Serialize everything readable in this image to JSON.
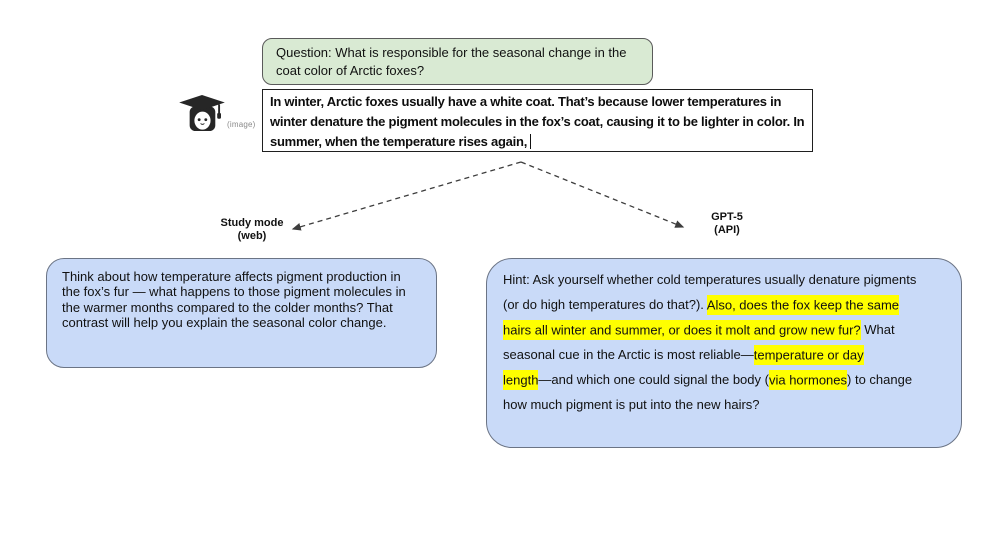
{
  "question_bubble": {
    "text": "Question: What is responsible for the seasonal change in the coat color of Arctic foxes?"
  },
  "student": {
    "icon": "student-graduate-icon",
    "image_label": "(image)"
  },
  "typed_answer": {
    "lines": [
      "In winter, Arctic foxes usually have a white coat. That’s because lower temperatures in",
      "winter denature the pigment molecules in the fox’s coat, causing it to be lighter in color. In",
      "summer, when the temperature rises again,"
    ],
    "caret": "|"
  },
  "branch_labels": {
    "study": {
      "line1": "Study mode",
      "line2": "(web)"
    },
    "gpt5": {
      "line1": "GPT-5",
      "line2": "(API)"
    }
  },
  "study_bubble": {
    "text": "Think about how temperature affects pigment production in the fox’s fur — what happens to those pigment molecules in the warmer months compared to the colder months? That contrast will help you explain the seasonal color change."
  },
  "gpt5_bubble": {
    "lines": [
      [
        {
          "text": "Hint: Ask yourself whether cold temperatures usually denature pigments",
          "hl": false
        }
      ],
      [
        {
          "text": "(or do high temperatures do that?). ",
          "hl": false
        },
        {
          "text": "Also, does the fox keep the same",
          "hl": true
        }
      ],
      [
        {
          "text": "hairs all winter and summer, or does it molt and grow new fur?",
          "hl": true
        },
        {
          "text": " What",
          "hl": false
        }
      ],
      [
        {
          "text": "seasonal cue in the Arctic is most reliable—",
          "hl": false
        },
        {
          "text": "temperature or day",
          "hl": true
        }
      ],
      [
        {
          "text": "length",
          "hl": true
        },
        {
          "text": "—and which one could signal the body (",
          "hl": false
        },
        {
          "text": "via hormones",
          "hl": true
        },
        {
          "text": ") to change",
          "hl": false
        }
      ],
      [
        {
          "text": "how much pigment is put into the new hairs?",
          "hl": false
        }
      ]
    ]
  },
  "colors": {
    "question_bg": "#d9ead3",
    "question_border": "#5a5a5a",
    "blue_bg": "#c9daf8",
    "blue_border": "#6b7485",
    "highlight": "#ffff00",
    "arrow": "#3d3d3d",
    "box_border": "#1f1f1f"
  }
}
